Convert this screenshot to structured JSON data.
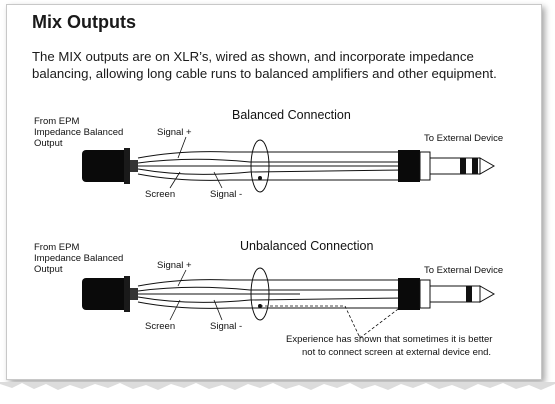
{
  "section": {
    "title": "Mix Outputs",
    "intro": "The MIX outputs are on XLR’s, wired as shown, and incorporate impedance balancing, allowing long cable runs to balanced amplifiers and other equipment."
  },
  "balanced": {
    "caption": "Balanced Connection",
    "source_line1": "From EPM",
    "source_line2": "Impedance Balanced",
    "source_line3": "Output",
    "signal_plus": "Signal +",
    "signal_minus": "Signal -",
    "screen": "Screen",
    "destination": "To External Device"
  },
  "unbalanced": {
    "caption": "Unbalanced Connection",
    "source_line1": "From EPM",
    "source_line2": "Impedance Balanced",
    "source_line3": "Output",
    "signal_plus": "Signal +",
    "signal_minus": "Signal -",
    "screen": "Screen",
    "destination": "To External Device",
    "note_line1": "Experience has shown that sometimes it is better",
    "note_line2": "not to connect screen at external device end."
  }
}
